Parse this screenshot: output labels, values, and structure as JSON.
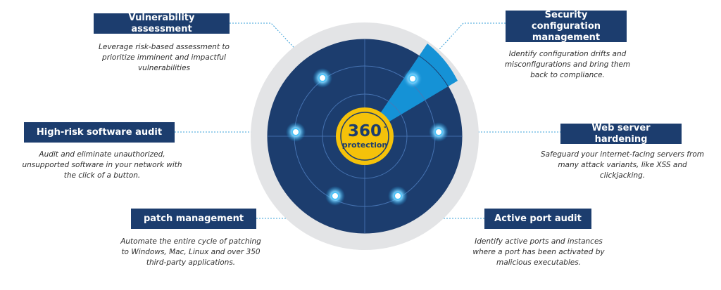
{
  "center": {
    "value": "360",
    "degree": "°",
    "subtitle": "protection"
  },
  "colors": {
    "navy": "#1c3d6e",
    "accent_blue": "#1592d6",
    "gold": "#f5c20a",
    "ring_gray": "#e3e4e6",
    "glow": "#4fc3f7"
  },
  "features": [
    {
      "title": "Vulnerability assessment",
      "description": "Leverage risk-based assessment to\nprioritize imminent and impactful\nvulnerabilities"
    },
    {
      "title": "Security configuration\nmanagement",
      "description": "Identify configuration drifts and\nmisconfigurations and bring them\nback to compliance."
    },
    {
      "title": "High-risk software audit",
      "description": "Audit and eliminate unauthorized,\nunsupported software in your network with\nthe click of a button."
    },
    {
      "title": "Web server hardening",
      "description": "Safeguard your internet-facing servers from\nmany attack variants, like XSS and\nclickjacking."
    },
    {
      "title": "patch management",
      "description": "Automate the entire cycle of patching\nto Windows, Mac, Linux and over 350\nthird-party applications."
    },
    {
      "title": "Active port audit",
      "description": "Identify active ports and instances\nwhere a port has been activated by\nmalicious executables."
    }
  ]
}
